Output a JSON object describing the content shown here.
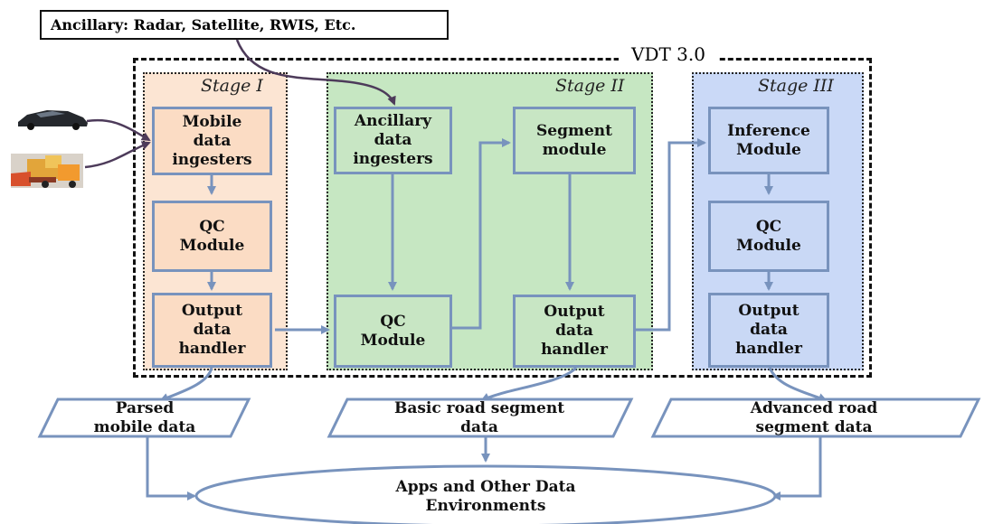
{
  "ancillary_source": "Ancillary: Radar, Satellite, RWIS, Etc.",
  "vdt_title": "VDT 3.0",
  "stages": [
    {
      "title": "Stage I",
      "fill": "#fbdcc4",
      "modules": [
        "Mobile\ndata\ningesters",
        "QC\nModule",
        "Output\ndata\nhandler"
      ]
    },
    {
      "title": "Stage II",
      "fill": "#c8e6c4",
      "modules": [
        "Ancillary\ndata\ningesters",
        "QC\nModule",
        "Segment\nmodule",
        "Output\ndata\nhandler"
      ]
    },
    {
      "title": "Stage III",
      "fill": "#c9d8f5",
      "modules": [
        "Inference\nModule",
        "QC\nModule",
        "Output\ndata\nhandler"
      ]
    }
  ],
  "outputs": [
    "Parsed\nmobile data",
    "Basic road segment\ndata",
    "Advanced road\nsegment data"
  ],
  "apps_label": "Apps and Other Data\nEnvironments",
  "icons": [
    "car-icon",
    "snowplow-truck-icon"
  ],
  "colors": {
    "module_fill_stage1": "#fbdcc4",
    "module_fill_stage2": "#c8e6c4",
    "module_fill_stage3": "#c9d8f5",
    "border": "#7893bd",
    "ancillary_arrow": "#4d3b5a"
  }
}
